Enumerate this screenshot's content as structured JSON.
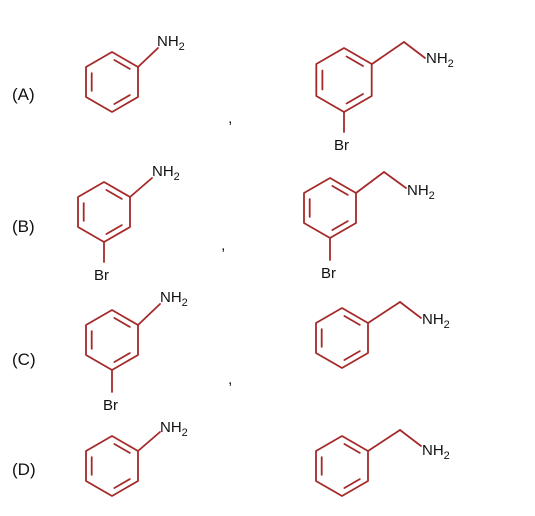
{
  "colors": {
    "bond": "#a52a2a",
    "text": "#111111"
  },
  "separator": ",",
  "options": [
    {
      "label": "(A)",
      "left": {
        "amine": "NH",
        "amine_sub": "2",
        "substituent": ""
      },
      "right": {
        "amine": "NH",
        "amine_sub": "2",
        "substituent": "Br"
      }
    },
    {
      "label": "(B)",
      "left": {
        "amine": "NH",
        "amine_sub": "2",
        "substituent": "Br"
      },
      "right": {
        "amine": "NH",
        "amine_sub": "2",
        "substituent": "Br"
      }
    },
    {
      "label": "(C)",
      "left": {
        "amine": "NH",
        "amine_sub": "2",
        "substituent": "Br"
      },
      "right": {
        "amine": "NH",
        "amine_sub": "2",
        "substituent": ""
      }
    },
    {
      "label": "(D)",
      "left": {
        "amine": "NH",
        "amine_sub": "2",
        "substituent": ""
      },
      "right": {
        "amine": "NH",
        "amine_sub": "2",
        "substituent": ""
      }
    }
  ]
}
